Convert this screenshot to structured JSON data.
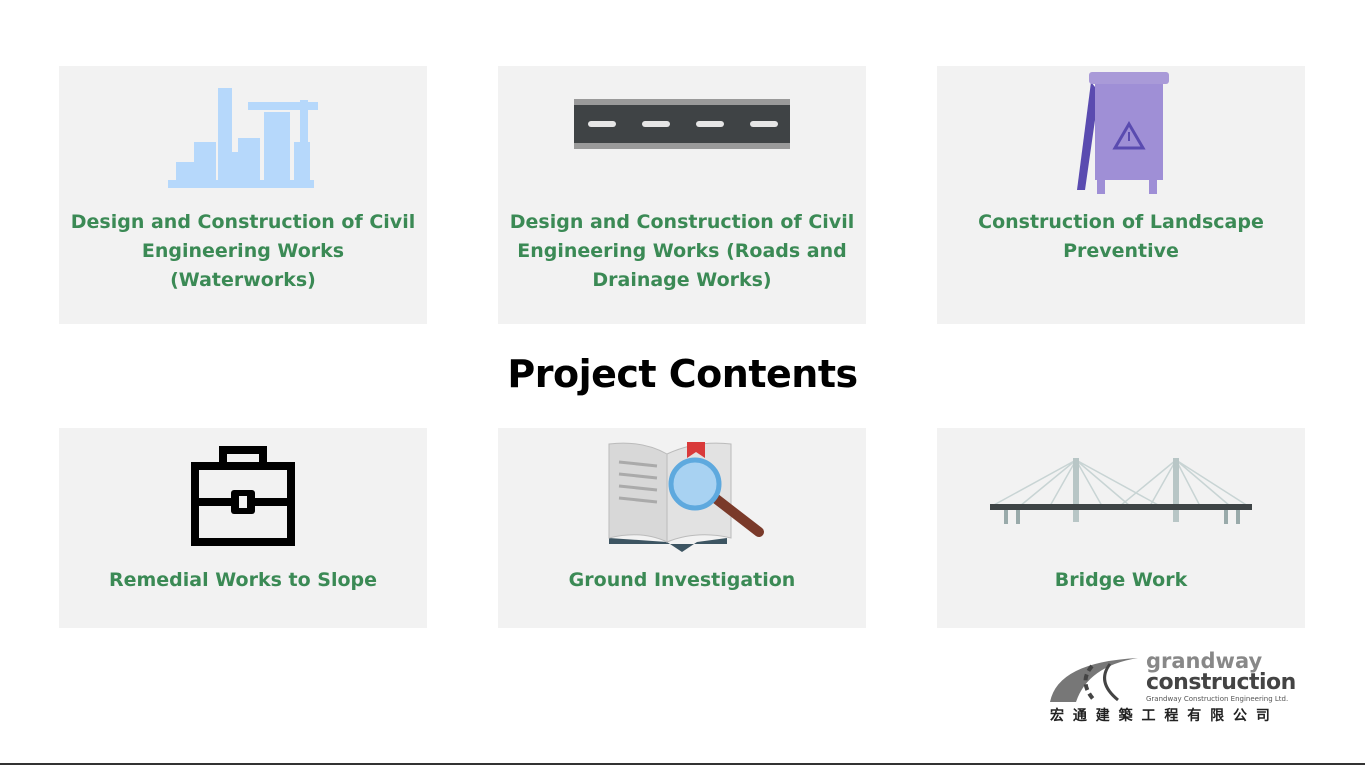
{
  "title": "Project Contents",
  "cards": [
    {
      "label": "Design and Construction of Civil Engineering Works (Waterworks)",
      "icon": "city-crane-icon"
    },
    {
      "label": "Design and Construction of Civil Engineering Works (Roads and Drainage Works)",
      "icon": "road-icon"
    },
    {
      "label": "Construction of Landscape Preventive",
      "icon": "warning-sign-icon"
    },
    {
      "label": "Remedial Works to Slope",
      "icon": "toolbox-icon"
    },
    {
      "label": "Ground Investigation",
      "icon": "book-magnifier-icon"
    },
    {
      "label": "Bridge Work",
      "icon": "bridge-icon"
    }
  ],
  "logo": {
    "line1": "grandway",
    "line2": "construction",
    "line3": "Grandway Construction Engineering Ltd.",
    "chinese": "宏 通 建 築 工 程 有 限 公 司"
  }
}
